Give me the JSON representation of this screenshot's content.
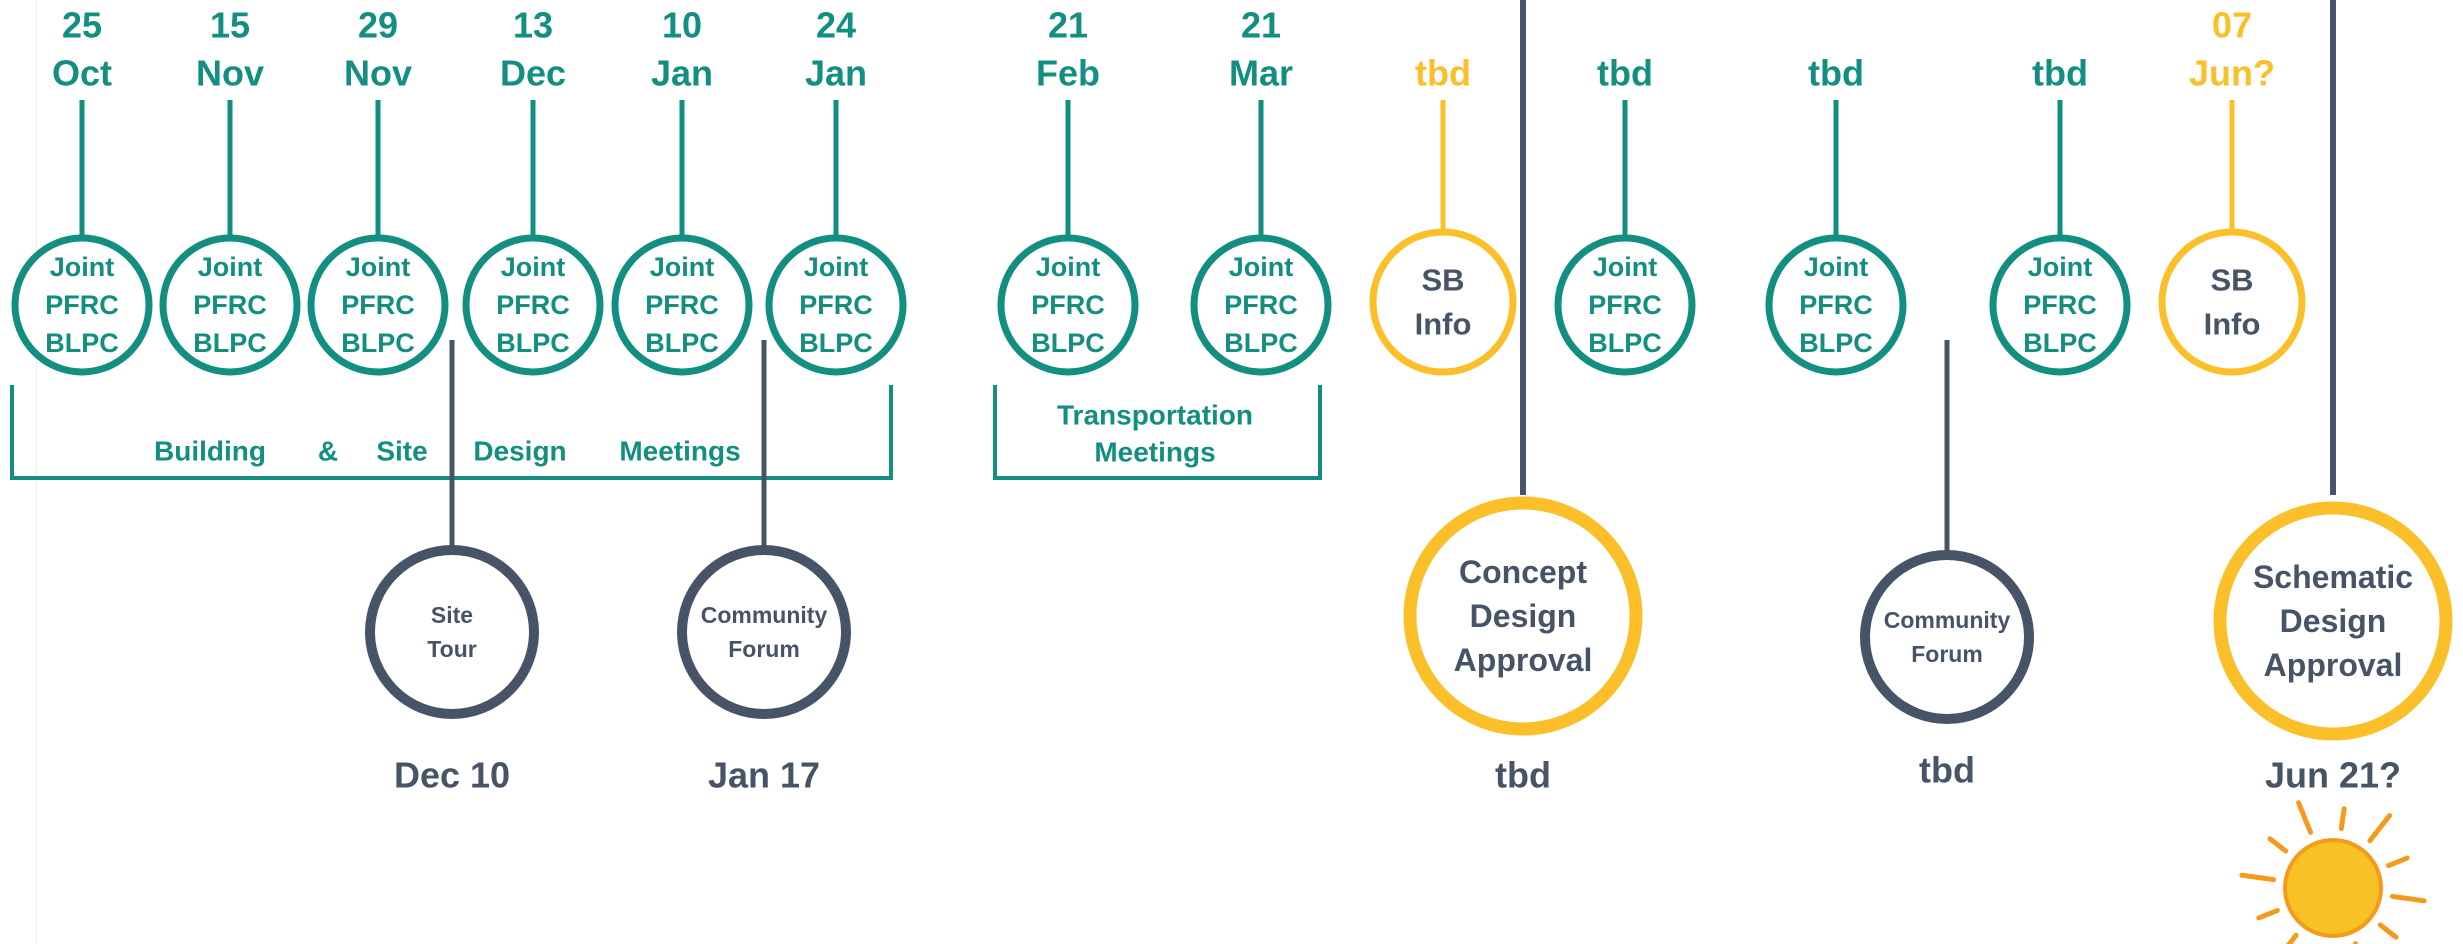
{
  "colors": {
    "teal": "#128f80",
    "yellow": "#fbbf2a",
    "slate": "#475467",
    "sun_orange": "#f59a1a",
    "sun_center": "#f8c226"
  },
  "meetings": [
    {
      "day": "25",
      "month": "Oct",
      "lines": [
        "Joint",
        "PFRC",
        "BLPC"
      ]
    },
    {
      "day": "15",
      "month": "Nov",
      "lines": [
        "Joint",
        "PFRC",
        "BLPC"
      ]
    },
    {
      "day": "29",
      "month": "Nov",
      "lines": [
        "Joint",
        "PFRC",
        "BLPC"
      ]
    },
    {
      "day": "13",
      "month": "Dec",
      "lines": [
        "Joint",
        "PFRC",
        "BLPC"
      ]
    },
    {
      "day": "10",
      "month": "Jan",
      "lines": [
        "Joint",
        "PFRC",
        "BLPC"
      ]
    },
    {
      "day": "24",
      "month": "Jan",
      "lines": [
        "Joint",
        "PFRC",
        "BLPC"
      ]
    },
    {
      "day": "21",
      "month": "Feb",
      "lines": [
        "Joint",
        "PFRC",
        "BLPC"
      ]
    },
    {
      "day": "21",
      "month": "Mar",
      "lines": [
        "Joint",
        "PFRC",
        "BLPC"
      ]
    },
    {
      "day": "",
      "month": "tbd",
      "lines": [
        "SB",
        "Info"
      ],
      "kind": "sb"
    },
    {
      "day": "",
      "month": "tbd",
      "lines": [
        "Joint",
        "PFRC",
        "BLPC"
      ]
    },
    {
      "day": "",
      "month": "tbd",
      "lines": [
        "Joint",
        "PFRC",
        "BLPC"
      ]
    },
    {
      "day": "",
      "month": "tbd",
      "lines": [
        "Joint",
        "PFRC",
        "BLPC"
      ]
    },
    {
      "day": "07",
      "month": "Jun?",
      "lines": [
        "SB",
        "Info"
      ],
      "kind": "sb"
    }
  ],
  "brackets": [
    {
      "words": [
        "Building",
        "&",
        "Site",
        "Design",
        "Meetings"
      ]
    },
    {
      "words": [
        "Transportation",
        "Meetings"
      ]
    }
  ],
  "events": [
    {
      "lines": [
        "Site",
        "Tour"
      ],
      "date": "Dec 10",
      "kind": "slate"
    },
    {
      "lines": [
        "Community",
        "Forum"
      ],
      "date": "Jan 17",
      "kind": "slate"
    },
    {
      "lines": [
        "Concept",
        "Design",
        "Approval"
      ],
      "date": "tbd",
      "kind": "yellow"
    },
    {
      "lines": [
        "Community",
        "Forum"
      ],
      "date": "tbd",
      "kind": "slate"
    },
    {
      "lines": [
        "Schematic",
        "Design",
        "Approval"
      ],
      "date": "Jun 21?",
      "kind": "yellow"
    }
  ],
  "decorations": {
    "sun": "sun-icon"
  }
}
